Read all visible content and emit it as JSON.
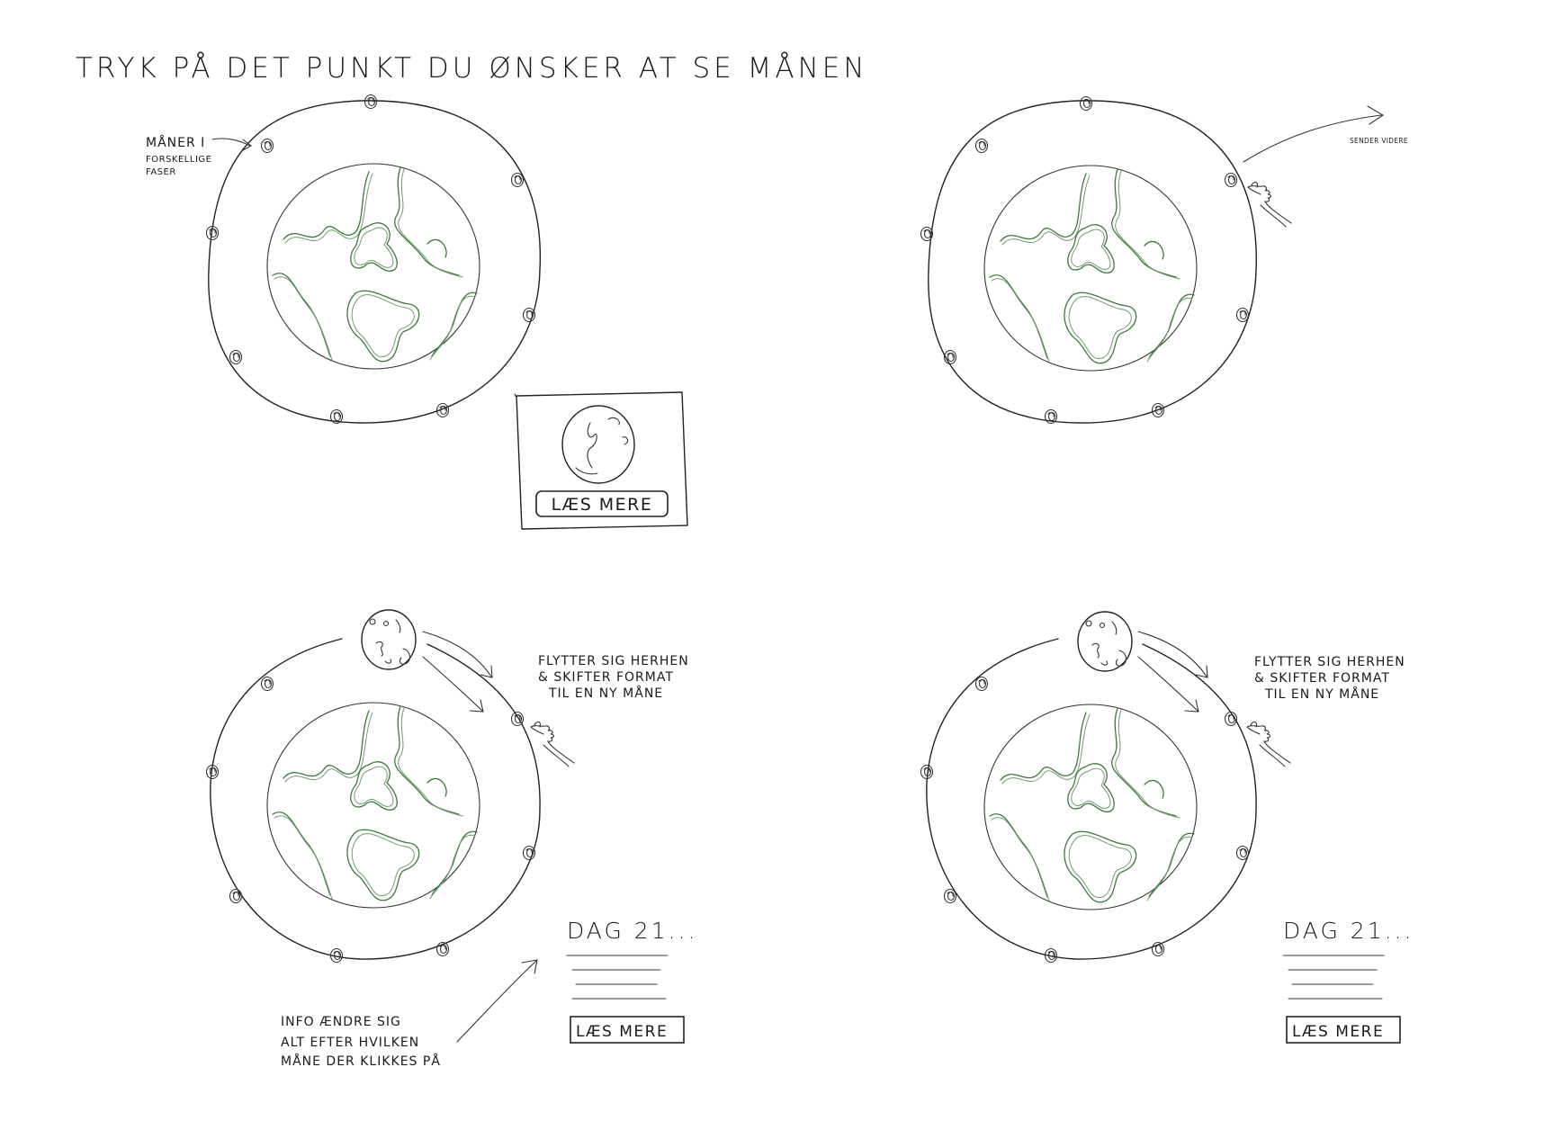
{
  "title": "TRYK PÅ DET PUNKT DU ØNSKER AT SE MÅNEN",
  "annotations": {
    "moons_label_line1": "MÅNER I",
    "moons_label_line2": "FORSKELLIGE",
    "moons_label_line3": "FASER",
    "sender_videre": "SENDER VIDERE",
    "flytter_panel3_line1": "FLYTTER SIG HERHEN",
    "flytter_panel3_line2": "& SKIFTER FORMAT",
    "flytter_panel3_line3": "TIL EN NY MÅNE",
    "flytter_panel4_line1": "FLYTTER SIG HERHEN",
    "flytter_panel4_line2": "& SKIFTER FORMAT",
    "flytter_panel4_line3": "TIL EN NY MÅNE",
    "info_line1": "INFO ÆNDRE SIG",
    "info_line2": "ALT EFTER HVILKEN",
    "info_line3": "MÅNE DER KLIKKES PÅ"
  },
  "panel1_card": {
    "read_more": "LÆS MERE"
  },
  "panel3_info": {
    "heading": "DAG 21...",
    "read_more": "LÆS MERE"
  },
  "panel4_info": {
    "heading": "DAG 21...",
    "read_more": "LÆS MERE"
  },
  "colors": {
    "ink": "#222222",
    "land": "#3d7a3a",
    "background": "#ffffff"
  }
}
